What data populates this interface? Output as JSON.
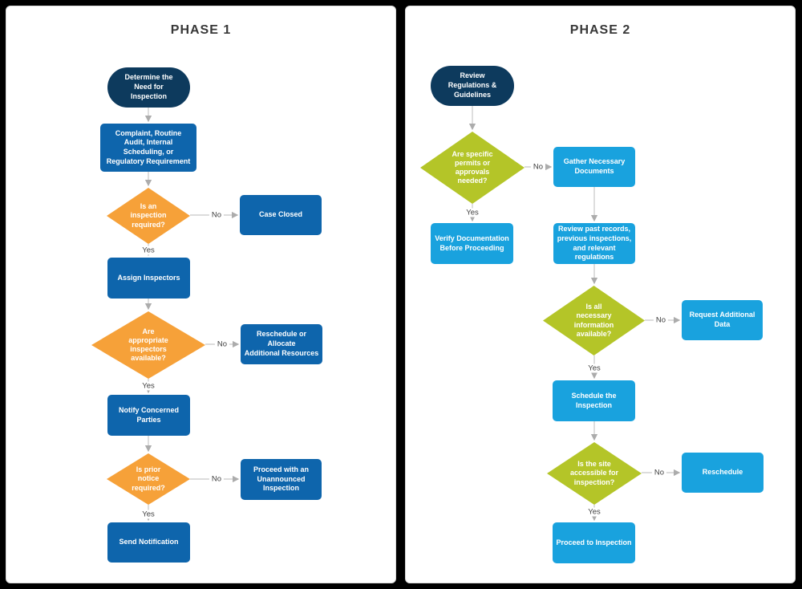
{
  "colors": {
    "background": "#000000",
    "panel": "#FFFFFF",
    "panel_border": "#DBDBDB",
    "navy": "#0D3A5D",
    "blue": "#0E65AC",
    "orange": "#F6A139",
    "green": "#B4C528",
    "light_blue": "#19A2DE",
    "connector": "#C8C8C8",
    "arrowhead": "#ACACAC",
    "title_text": "#383838",
    "label_text": "#3F3F3F"
  },
  "labels": {
    "yes": "Yes",
    "no": "No"
  },
  "phase1": {
    "title": "PHASE 1",
    "start": "Determine the\nNeed for\nInspection",
    "trigger": "Complaint, Routine\nAudit, Internal\nScheduling, or\nRegulatory Requirement",
    "q_inspection_required": "Is an\ninspection\nrequired?",
    "case_closed": "Case Closed",
    "assign_inspectors": "Assign Inspectors",
    "q_inspectors_available": "Are\nappropriate\ninspectors\navailable?",
    "reschedule_allocate": "Reschedule or Allocate\nAdditional Resources",
    "notify_parties": "Notify Concerned\nParties",
    "q_prior_notice": "Is prior\nnotice\nrequired?",
    "unannounced_inspection": "Proceed with an\nUnannounced\nInspection",
    "send_notification": "Send Notification"
  },
  "phase2": {
    "title": "PHASE 2",
    "start": "Review\nRegulations &\nGuidelines",
    "q_permits_needed": "Are specific\npermits or\napprovals\nneeded?",
    "gather_documents": "Gather Necessary\nDocuments",
    "verify_documentation": "Verify Documentation\nBefore Proceeding",
    "review_records": "Review past records,\nprevious inspections,\nand relevant\nregulations",
    "q_information_available": "Is all\nnecessary\ninformation\navailable?",
    "request_data": "Request Additional\nData",
    "schedule_inspection": "Schedule the\nInspection",
    "q_site_accessible": "Is the site\naccessible for\ninspection?",
    "reschedule": "Reschedule",
    "proceed_inspection": "Proceed to Inspection"
  }
}
